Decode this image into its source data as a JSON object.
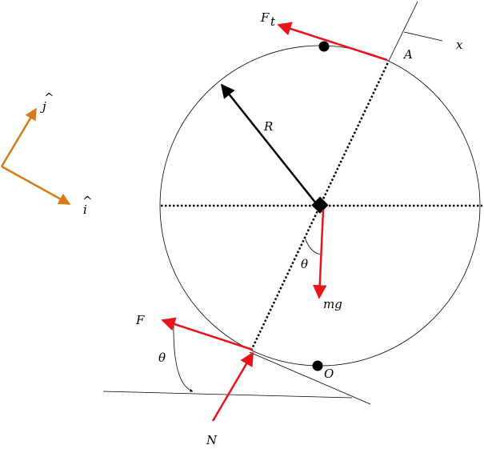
{
  "labels": {
    "force_top": "F",
    "force_top_sub": "t",
    "point_a": "A",
    "axis_x": "x",
    "radius": "R",
    "angle_center": "θ",
    "weight": "mg",
    "force_bottom": "F",
    "angle_bottom": "θ",
    "point_o": "O",
    "normal": "N",
    "unit_j": "j",
    "unit_i": "i",
    "hat": "^"
  },
  "colors": {
    "force_arrow": "#e8141c",
    "unit_vector": "#d97a1a",
    "line": "#000000"
  }
}
